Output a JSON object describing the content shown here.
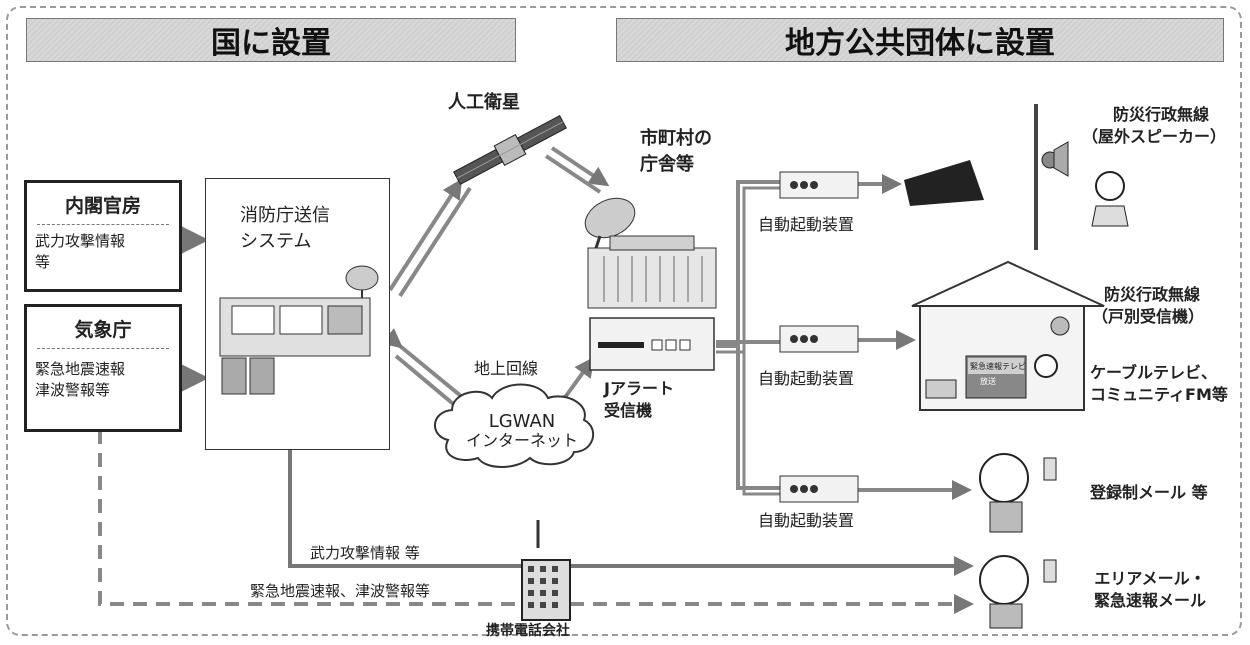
{
  "banners": {
    "national": "国に設置",
    "local": "地方公共団体に設置"
  },
  "sources": {
    "cabinet": {
      "title": "内閣官房",
      "lines": [
        "武力攻撃情報",
        "等"
      ]
    },
    "jma": {
      "title": "気象庁",
      "lines": [
        "緊急地震速報",
        "津波警報等"
      ]
    }
  },
  "fdma": {
    "lines": [
      "消防庁送信",
      "システム"
    ]
  },
  "satellite": "人工衛星",
  "municipal_office": [
    "市町村の",
    "庁舎等"
  ],
  "ground_line": "地上回線",
  "network": {
    "line1": "LGWAN",
    "line2": "インターネット"
  },
  "jalert": [
    "Jアラート",
    "受信機"
  ],
  "auto_device": "自動起動装置",
  "outdoor_radio": [
    "防災行政無線",
    "（屋外スピーカー）"
  ],
  "household_radio": [
    "防災行政無線",
    "（戸別受信機）"
  ],
  "cable_tv": [
    "ケーブルテレビ、",
    "コミュニティFM等"
  ],
  "reg_mail": "登録制メール 等",
  "area_mail": [
    "エリアメール・",
    "緊急速報メール"
  ],
  "arrow_attack": "武力攻撃情報 等",
  "arrow_quake": "緊急地震速報、津波警報等",
  "carrier": "携帯電話会社",
  "tv_screen_text": [
    "緊急速報テレビ",
    "放送"
  ]
}
